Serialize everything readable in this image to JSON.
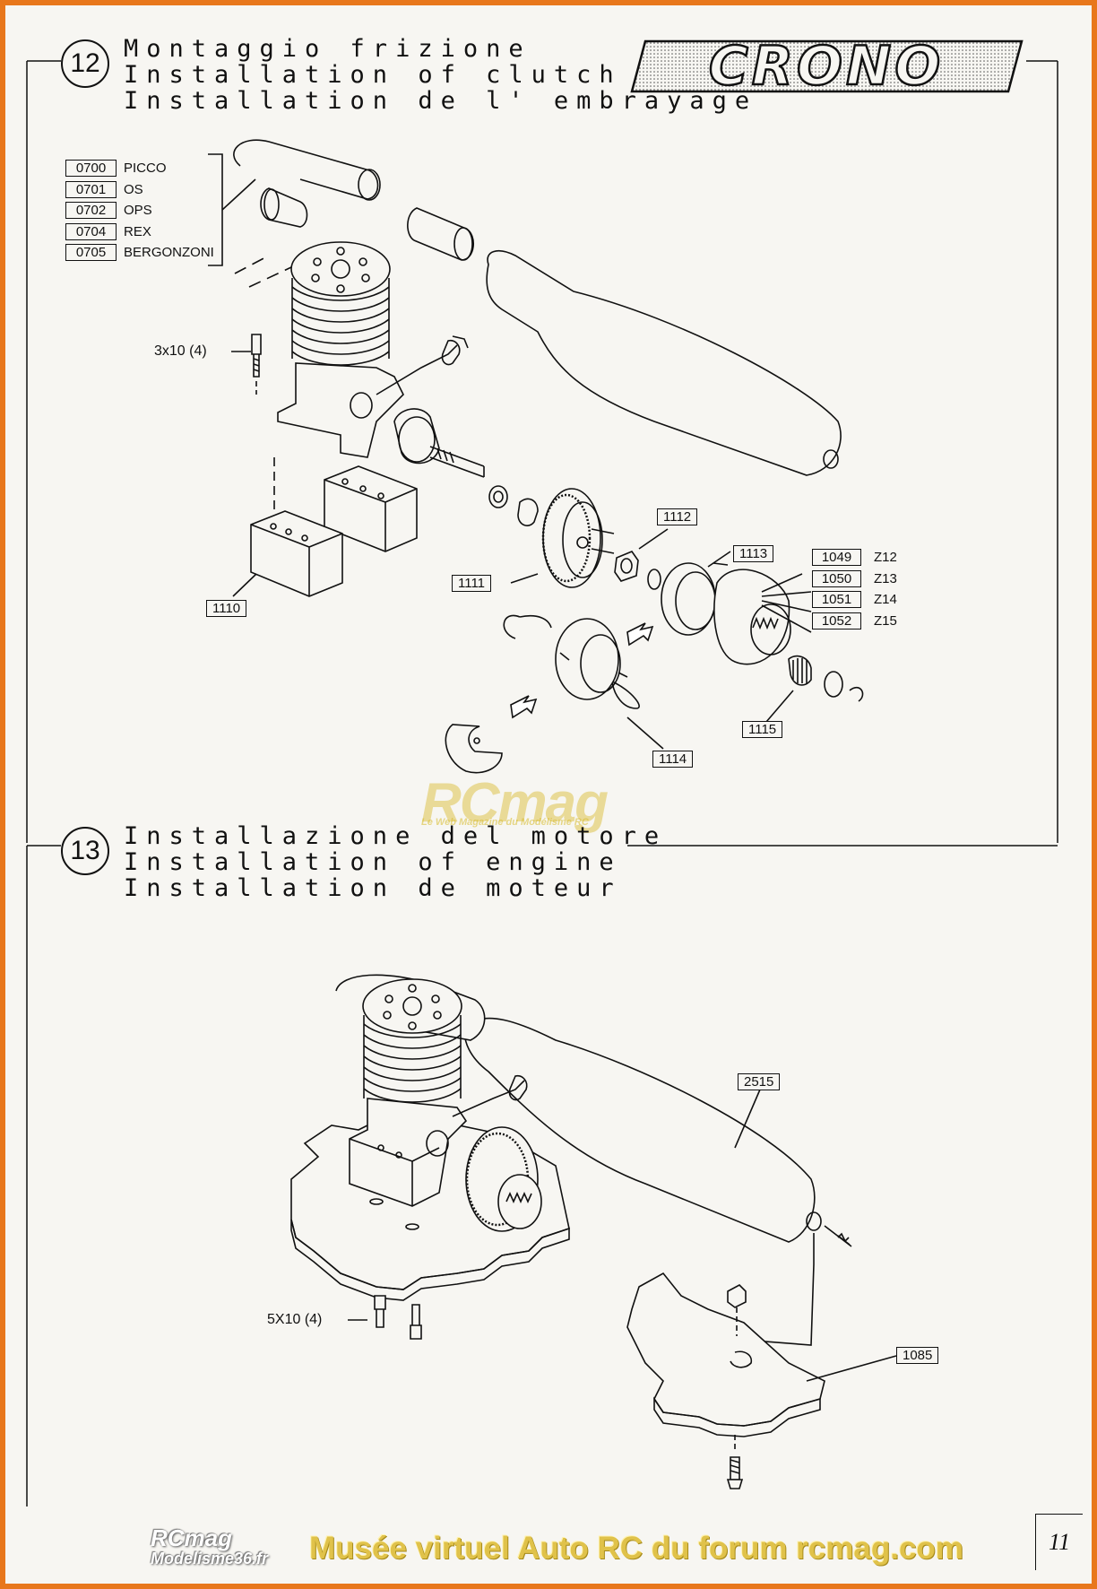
{
  "sections": [
    {
      "number": "12",
      "titles": [
        "Montaggio frizione",
        "Installation of clutch",
        "Installation de l' embrayage"
      ]
    },
    {
      "number": "13",
      "titles": [
        "Installazione del motore",
        "Installation of engine",
        "Installation de moteur"
      ]
    }
  ],
  "brand": "CRONO",
  "engines": [
    {
      "code": "0700",
      "name": "PICCO"
    },
    {
      "code": "0701",
      "name": "OS"
    },
    {
      "code": "0702",
      "name": "OPS"
    },
    {
      "code": "0704",
      "name": "REX"
    },
    {
      "code": "0705",
      "name": "BERGONZONI"
    }
  ],
  "gears": [
    {
      "code": "1049",
      "name": "Z12"
    },
    {
      "code": "1050",
      "name": "Z13"
    },
    {
      "code": "1051",
      "name": "Z14"
    },
    {
      "code": "1052",
      "name": "Z15"
    }
  ],
  "parts": {
    "p1110": "1110",
    "p1111": "1111",
    "p1112": "1112",
    "p1113": "1113",
    "p1114": "1114",
    "p1115": "1115",
    "p2515": "2515",
    "p1085": "1085"
  },
  "screws": {
    "clutch_screw": "3x10 (4)",
    "engine_screw": "5X10 (4)"
  },
  "watermark": {
    "main": "RCmag",
    "sub": "Le Web Magazine du Modélisme RC"
  },
  "footer": {
    "logo_top": "RCmag",
    "logo_bottom": "Modelisme36.fr",
    "text": "Musée virtuel Auto RC du forum rcmag.com"
  },
  "page_number": "11",
  "colors": {
    "border": "#e8771c",
    "footer_text": "#e0c24a"
  }
}
